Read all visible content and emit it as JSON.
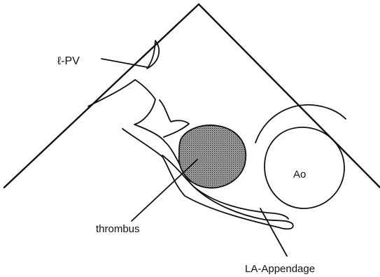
{
  "labels": {
    "pulmonary_vein": "ℓ-PV",
    "aorta": "Ao",
    "thrombus": "thrombus",
    "appendage": "LA-Appendage"
  },
  "colors": {
    "line": "#111111",
    "thrombus_fill": "#8a8a8a",
    "background": "#ffffff"
  }
}
